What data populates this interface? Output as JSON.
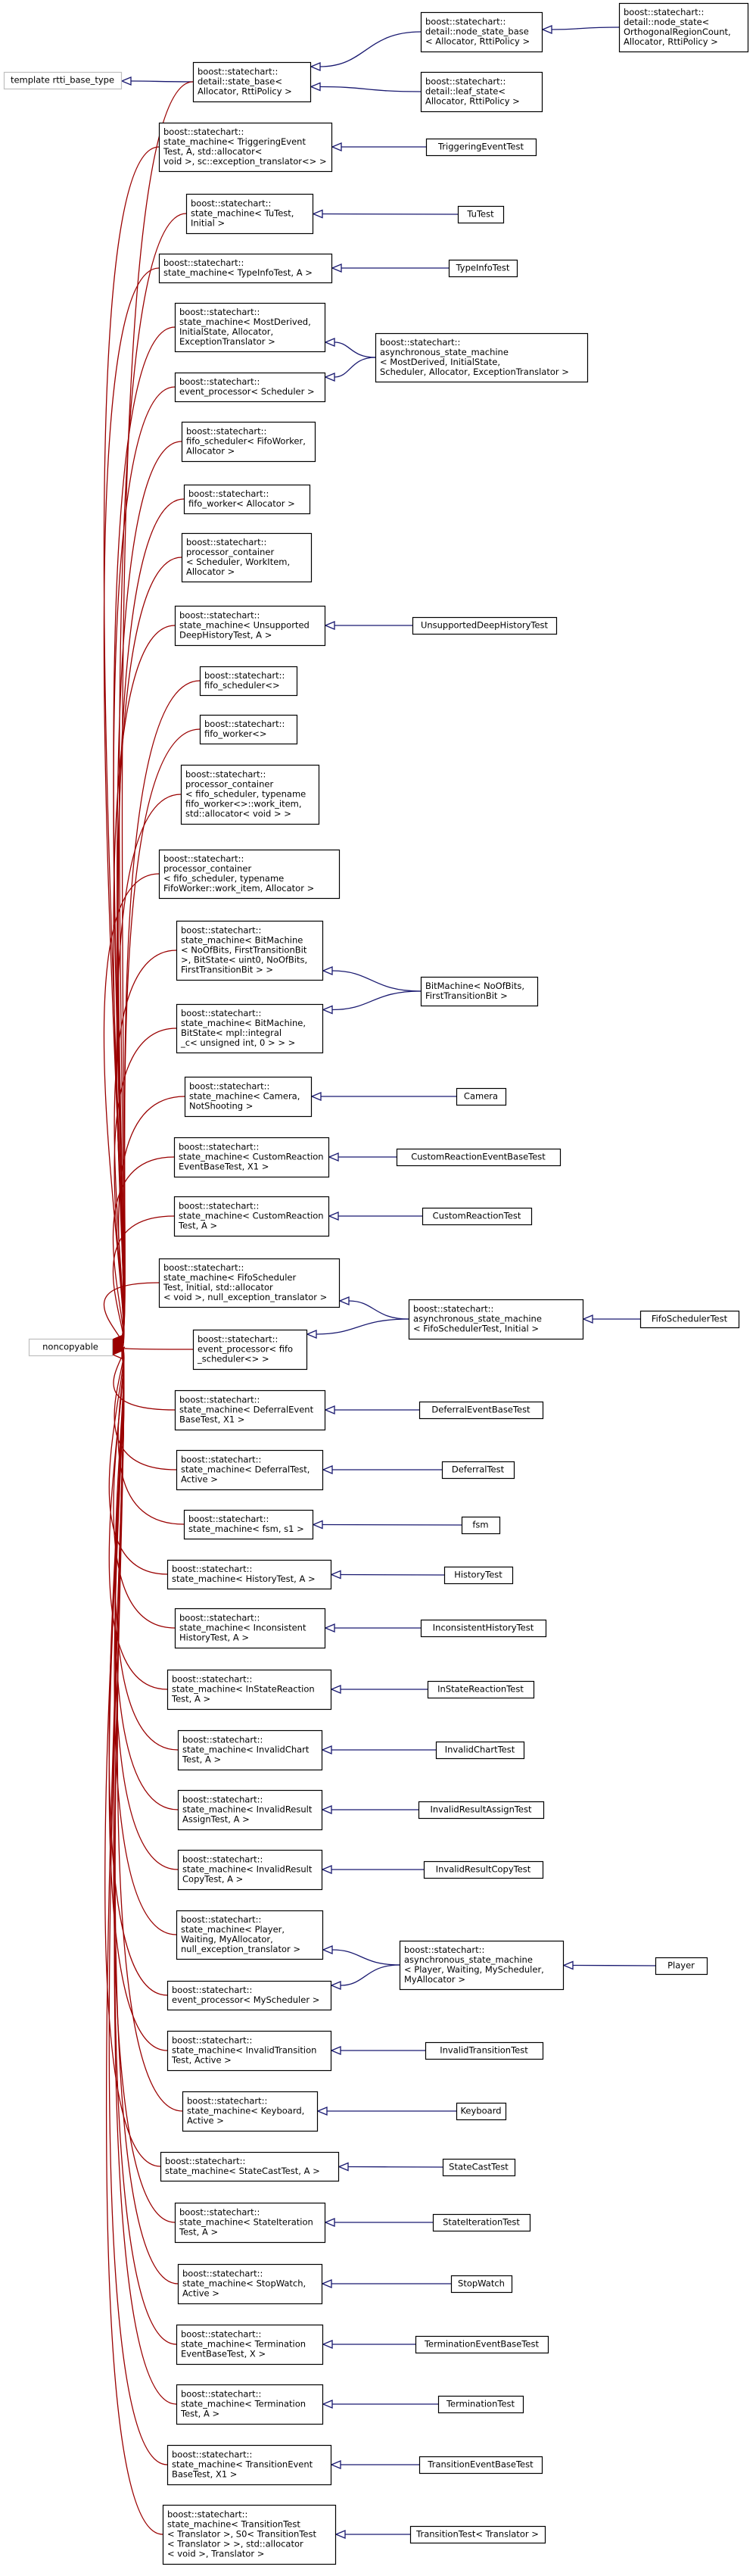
{
  "nodes": [
    {
      "id": "rtti",
      "label": [
        "template rtti_base_type"
      ],
      "style": "gray"
    },
    {
      "id": "noncopyable",
      "label": [
        "noncopyable"
      ],
      "style": "gray"
    },
    {
      "id": "state_base",
      "label": [
        "boost::statechart::",
        "detail::state_base<",
        "Allocator, RttiPolicy >"
      ]
    },
    {
      "id": "node_state_base",
      "label": [
        "boost::statechart::",
        "detail::node_state_base",
        "< Allocator, RttiPolicy >"
      ]
    },
    {
      "id": "leaf_state",
      "label": [
        "boost::statechart::",
        "detail::leaf_state<",
        "Allocator, RttiPolicy >"
      ]
    },
    {
      "id": "node_state",
      "label": [
        "boost::statechart::",
        "detail::node_state<",
        "OrthogonalRegionCount,",
        "Allocator, RttiPolicy >"
      ]
    },
    {
      "id": "sm_triggering",
      "label": [
        "boost::statechart::",
        "state_machine< TriggeringEvent",
        "Test, A, std::allocator<",
        "void >, sc::exception_translator<> >"
      ]
    },
    {
      "id": "TriggeringEventTest",
      "label": [
        "TriggeringEventTest"
      ]
    },
    {
      "id": "sm_tutest",
      "label": [
        "boost::statechart::",
        "state_machine< TuTest,",
        "Initial >"
      ]
    },
    {
      "id": "TuTest",
      "label": [
        "TuTest"
      ]
    },
    {
      "id": "sm_typeinfo",
      "label": [
        "boost::statechart::",
        "state_machine< TypeInfoTest, A >"
      ]
    },
    {
      "id": "TypeInfoTest",
      "label": [
        "TypeInfoTest"
      ]
    },
    {
      "id": "sm_mostderived",
      "label": [
        "boost::statechart::",
        "state_machine< MostDerived,",
        "InitialState, Allocator,",
        "ExceptionTranslator >"
      ]
    },
    {
      "id": "ep_scheduler",
      "label": [
        "boost::statechart::",
        "event_processor< Scheduler >"
      ]
    },
    {
      "id": "async_generic",
      "label": [
        "boost::statechart::",
        "asynchronous_state_machine",
        "< MostDerived, InitialState,",
        "Scheduler, Allocator, ExceptionTranslator >"
      ]
    },
    {
      "id": "fifo_sched_tpl",
      "label": [
        "boost::statechart::",
        "fifo_scheduler< FifoWorker,",
        "Allocator >"
      ]
    },
    {
      "id": "fifo_worker_tpl",
      "label": [
        "boost::statechart::",
        "fifo_worker< Allocator >"
      ]
    },
    {
      "id": "proc_container_tpl",
      "label": [
        "boost::statechart::",
        "processor_container",
        "< Scheduler, WorkItem,",
        "Allocator >"
      ]
    },
    {
      "id": "sm_unsupported",
      "label": [
        "boost::statechart::",
        "state_machine< Unsupported",
        "DeepHistoryTest, A >"
      ]
    },
    {
      "id": "UnsupportedDeepHistoryTest",
      "label": [
        "UnsupportedDeepHistoryTest"
      ]
    },
    {
      "id": "fifo_sched_def",
      "label": [
        "boost::statechart::",
        "fifo_scheduler<>"
      ]
    },
    {
      "id": "fifo_worker_def",
      "label": [
        "boost::statechart::",
        "fifo_worker<>"
      ]
    },
    {
      "id": "proc_container_1",
      "label": [
        "boost::statechart::",
        "processor_container",
        "< fifo_scheduler, typename",
        "fifo_worker<>::work_item,",
        "std::allocator< void > >"
      ]
    },
    {
      "id": "proc_container_2",
      "label": [
        "boost::statechart::",
        "processor_container",
        "< fifo_scheduler, typename",
        "FifoWorker::work_item, Allocator >"
      ]
    },
    {
      "id": "sm_bitmachine",
      "label": [
        "boost::statechart::",
        "state_machine< BitMachine",
        "< NoOfBits, FirstTransitionBit",
        ">, BitState< uint0, NoOfBits,",
        "FirstTransitionBit > >"
      ]
    },
    {
      "id": "sm_bitmachine_mpl",
      "label": [
        "boost::statechart::",
        "state_machine< BitMachine,",
        "BitState< mpl::integral",
        "_c< unsigned int, 0 > > >"
      ]
    },
    {
      "id": "BitMachine",
      "label": [
        "BitMachine< NoOfBits,",
        "FirstTransitionBit >"
      ]
    },
    {
      "id": "sm_camera",
      "label": [
        "boost::statechart::",
        "state_machine< Camera,",
        "NotShooting >"
      ]
    },
    {
      "id": "Camera",
      "label": [
        "Camera"
      ]
    },
    {
      "id": "sm_customreb",
      "label": [
        "boost::statechart::",
        "state_machine< CustomReaction",
        "EventBaseTest, X1 >"
      ]
    },
    {
      "id": "CustomReactionEventBaseTest",
      "label": [
        "CustomReactionEventBaseTest"
      ]
    },
    {
      "id": "sm_customr",
      "label": [
        "boost::statechart::",
        "state_machine< CustomReaction",
        "Test, A >"
      ]
    },
    {
      "id": "CustomReactionTest",
      "label": [
        "CustomReactionTest"
      ]
    },
    {
      "id": "sm_fifosched",
      "label": [
        "boost::statechart::",
        "state_machine< FifoScheduler",
        "Test, Initial, std::allocator",
        "< void >, null_exception_translator >"
      ]
    },
    {
      "id": "ep_fifo",
      "label": [
        "boost::statechart::",
        "event_processor< fifo",
        "_scheduler<> >"
      ]
    },
    {
      "id": "async_fifo",
      "label": [
        "boost::statechart::",
        "asynchronous_state_machine",
        "< FifoSchedulerTest, Initial >"
      ]
    },
    {
      "id": "FifoSchedulerTest",
      "label": [
        "FifoSchedulerTest"
      ]
    },
    {
      "id": "sm_deferraleb",
      "label": [
        "boost::statechart::",
        "state_machine< DeferralEvent",
        "BaseTest, X1 >"
      ]
    },
    {
      "id": "DeferralEventBaseTest",
      "label": [
        "DeferralEventBaseTest"
      ]
    },
    {
      "id": "sm_deferral",
      "label": [
        "boost::statechart::",
        "state_machine< DeferralTest,",
        "Active >"
      ]
    },
    {
      "id": "DeferralTest",
      "label": [
        "DeferralTest"
      ]
    },
    {
      "id": "sm_fsm",
      "label": [
        "boost::statechart::",
        "state_machine< fsm, s1 >"
      ]
    },
    {
      "id": "fsm",
      "label": [
        "fsm"
      ]
    },
    {
      "id": "sm_history",
      "label": [
        "boost::statechart::",
        "state_machine< HistoryTest, A >"
      ]
    },
    {
      "id": "HistoryTest",
      "label": [
        "HistoryTest"
      ]
    },
    {
      "id": "sm_inconsistent",
      "label": [
        "boost::statechart::",
        "state_machine< Inconsistent",
        "HistoryTest, A >"
      ]
    },
    {
      "id": "InconsistentHistoryTest",
      "label": [
        "InconsistentHistoryTest"
      ]
    },
    {
      "id": "sm_instate",
      "label": [
        "boost::statechart::",
        "state_machine< InStateReaction",
        "Test, A >"
      ]
    },
    {
      "id": "InStateReactionTest",
      "label": [
        "InStateReactionTest"
      ]
    },
    {
      "id": "sm_invalidchart",
      "label": [
        "boost::statechart::",
        "state_machine< InvalidChart",
        "Test, A >"
      ]
    },
    {
      "id": "InvalidChartTest",
      "label": [
        "InvalidChartTest"
      ]
    },
    {
      "id": "sm_invalidassign",
      "label": [
        "boost::statechart::",
        "state_machine< InvalidResult",
        "AssignTest, A >"
      ]
    },
    {
      "id": "InvalidResultAssignTest",
      "label": [
        "InvalidResultAssignTest"
      ]
    },
    {
      "id": "sm_invalidcopy",
      "label": [
        "boost::statechart::",
        "state_machine< InvalidResult",
        "CopyTest, A >"
      ]
    },
    {
      "id": "InvalidResultCopyTest",
      "label": [
        "InvalidResultCopyTest"
      ]
    },
    {
      "id": "sm_player",
      "label": [
        "boost::statechart::",
        "state_machine< Player,",
        "Waiting, MyAllocator,",
        "null_exception_translator >"
      ]
    },
    {
      "id": "ep_mysched",
      "label": [
        "boost::statechart::",
        "event_processor< MyScheduler >"
      ]
    },
    {
      "id": "async_player",
      "label": [
        "boost::statechart::",
        "asynchronous_state_machine",
        "< Player, Waiting, MyScheduler,",
        "MyAllocator >"
      ]
    },
    {
      "id": "Player",
      "label": [
        "Player"
      ]
    },
    {
      "id": "sm_invalidtrans",
      "label": [
        "boost::statechart::",
        "state_machine< InvalidTransition",
        "Test, Active >"
      ]
    },
    {
      "id": "InvalidTransitionTest",
      "label": [
        "InvalidTransitionTest"
      ]
    },
    {
      "id": "sm_keyboard",
      "label": [
        "boost::statechart::",
        "state_machine< Keyboard,",
        "Active >"
      ]
    },
    {
      "id": "Keyboard",
      "label": [
        "Keyboard"
      ]
    },
    {
      "id": "sm_statecast",
      "label": [
        "boost::statechart::",
        "state_machine< StateCastTest, A >"
      ]
    },
    {
      "id": "StateCastTest",
      "label": [
        "StateCastTest"
      ]
    },
    {
      "id": "sm_stateiter",
      "label": [
        "boost::statechart::",
        "state_machine< StateIteration",
        "Test, A >"
      ]
    },
    {
      "id": "StateIterationTest",
      "label": [
        "StateIterationTest"
      ]
    },
    {
      "id": "sm_stopwatch",
      "label": [
        "boost::statechart::",
        "state_machine< StopWatch,",
        "Active >"
      ]
    },
    {
      "id": "StopWatch",
      "label": [
        "StopWatch"
      ]
    },
    {
      "id": "sm_termeb",
      "label": [
        "boost::statechart::",
        "state_machine< Termination",
        "EventBaseTest, X >"
      ]
    },
    {
      "id": "TerminationEventBaseTest",
      "label": [
        "TerminationEventBaseTest"
      ]
    },
    {
      "id": "sm_term",
      "label": [
        "boost::statechart::",
        "state_machine< Termination",
        "Test, A >"
      ]
    },
    {
      "id": "TerminationTest",
      "label": [
        "TerminationTest"
      ]
    },
    {
      "id": "sm_transeb",
      "label": [
        "boost::statechart::",
        "state_machine< TransitionEvent",
        "BaseTest, X1 >"
      ]
    },
    {
      "id": "TransitionEventBaseTest",
      "label": [
        "TransitionEventBaseTest"
      ]
    },
    {
      "id": "sm_transtest",
      "label": [
        "boost::statechart::",
        "state_machine< TransitionTest",
        "< Translator >, S0< TransitionTest",
        "< Translator > >, std::allocator",
        "< void >, Translator >"
      ]
    },
    {
      "id": "TransitionTest",
      "label": [
        "TransitionTest< Translator >"
      ]
    }
  ],
  "edges": [
    {
      "from": "state_base",
      "to": "rtti",
      "color": "blue"
    },
    {
      "from": "node_state_base",
      "to": "state_base",
      "color": "blue"
    },
    {
      "from": "leaf_state",
      "to": "state_base",
      "color": "blue"
    },
    {
      "from": "node_state",
      "to": "node_state_base",
      "color": "blue"
    },
    {
      "from": "TriggeringEventTest",
      "to": "sm_triggering",
      "color": "blue"
    },
    {
      "from": "TuTest",
      "to": "sm_tutest",
      "color": "blue"
    },
    {
      "from": "TypeInfoTest",
      "to": "sm_typeinfo",
      "color": "blue"
    },
    {
      "from": "async_generic",
      "to": "sm_mostderived",
      "color": "blue"
    },
    {
      "from": "async_generic",
      "to": "ep_scheduler",
      "color": "blue"
    },
    {
      "from": "UnsupportedDeepHistoryTest",
      "to": "sm_unsupported",
      "color": "blue"
    },
    {
      "from": "BitMachine",
      "to": "sm_bitmachine",
      "color": "blue"
    },
    {
      "from": "BitMachine",
      "to": "sm_bitmachine_mpl",
      "color": "blue"
    },
    {
      "from": "Camera",
      "to": "sm_camera",
      "color": "blue"
    },
    {
      "from": "CustomReactionEventBaseTest",
      "to": "sm_customreb",
      "color": "blue"
    },
    {
      "from": "CustomReactionTest",
      "to": "sm_customr",
      "color": "blue"
    },
    {
      "from": "async_fifo",
      "to": "sm_fifosched",
      "color": "blue"
    },
    {
      "from": "async_fifo",
      "to": "ep_fifo",
      "color": "blue"
    },
    {
      "from": "FifoSchedulerTest",
      "to": "async_fifo",
      "color": "blue"
    },
    {
      "from": "DeferralEventBaseTest",
      "to": "sm_deferraleb",
      "color": "blue"
    },
    {
      "from": "DeferralTest",
      "to": "sm_deferral",
      "color": "blue"
    },
    {
      "from": "fsm",
      "to": "sm_fsm",
      "color": "blue"
    },
    {
      "from": "HistoryTest",
      "to": "sm_history",
      "color": "blue"
    },
    {
      "from": "InconsistentHistoryTest",
      "to": "sm_inconsistent",
      "color": "blue"
    },
    {
      "from": "InStateReactionTest",
      "to": "sm_instate",
      "color": "blue"
    },
    {
      "from": "InvalidChartTest",
      "to": "sm_invalidchart",
      "color": "blue"
    },
    {
      "from": "InvalidResultAssignTest",
      "to": "sm_invalidassign",
      "color": "blue"
    },
    {
      "from": "InvalidResultCopyTest",
      "to": "sm_invalidcopy",
      "color": "blue"
    },
    {
      "from": "async_player",
      "to": "sm_player",
      "color": "blue"
    },
    {
      "from": "async_player",
      "to": "ep_mysched",
      "color": "blue"
    },
    {
      "from": "Player",
      "to": "async_player",
      "color": "blue"
    },
    {
      "from": "InvalidTransitionTest",
      "to": "sm_invalidtrans",
      "color": "blue"
    },
    {
      "from": "Keyboard",
      "to": "sm_keyboard",
      "color": "blue"
    },
    {
      "from": "StateCastTest",
      "to": "sm_statecast",
      "color": "blue"
    },
    {
      "from": "StateIterationTest",
      "to": "sm_stateiter",
      "color": "blue"
    },
    {
      "from": "StopWatch",
      "to": "sm_stopwatch",
      "color": "blue"
    },
    {
      "from": "TerminationEventBaseTest",
      "to": "sm_termeb",
      "color": "blue"
    },
    {
      "from": "TerminationTest",
      "to": "sm_term",
      "color": "blue"
    },
    {
      "from": "TransitionEventBaseTest",
      "to": "sm_transeb",
      "color": "blue"
    },
    {
      "from": "TransitionTest",
      "to": "sm_transtest",
      "color": "blue"
    },
    {
      "from": "state_base",
      "to": "noncopyable",
      "color": "red"
    },
    {
      "from": "sm_triggering",
      "to": "noncopyable",
      "color": "red"
    },
    {
      "from": "sm_tutest",
      "to": "noncopyable",
      "color": "red"
    },
    {
      "from": "sm_typeinfo",
      "to": "noncopyable",
      "color": "red"
    },
    {
      "from": "sm_mostderived",
      "to": "noncopyable",
      "color": "red"
    },
    {
      "from": "ep_scheduler",
      "to": "noncopyable",
      "color": "red"
    },
    {
      "from": "fifo_sched_tpl",
      "to": "noncopyable",
      "color": "red"
    },
    {
      "from": "fifo_worker_tpl",
      "to": "noncopyable",
      "color": "red"
    },
    {
      "from": "proc_container_tpl",
      "to": "noncopyable",
      "color": "red"
    },
    {
      "from": "sm_unsupported",
      "to": "noncopyable",
      "color": "red"
    },
    {
      "from": "fifo_sched_def",
      "to": "noncopyable",
      "color": "red"
    },
    {
      "from": "fifo_worker_def",
      "to": "noncopyable",
      "color": "red"
    },
    {
      "from": "proc_container_1",
      "to": "noncopyable",
      "color": "red"
    },
    {
      "from": "proc_container_2",
      "to": "noncopyable",
      "color": "red"
    },
    {
      "from": "sm_bitmachine",
      "to": "noncopyable",
      "color": "red"
    },
    {
      "from": "sm_bitmachine_mpl",
      "to": "noncopyable",
      "color": "red"
    },
    {
      "from": "sm_camera",
      "to": "noncopyable",
      "color": "red"
    },
    {
      "from": "sm_customreb",
      "to": "noncopyable",
      "color": "red"
    },
    {
      "from": "sm_customr",
      "to": "noncopyable",
      "color": "red"
    },
    {
      "from": "sm_fifosched",
      "to": "noncopyable",
      "color": "red"
    },
    {
      "from": "ep_fifo",
      "to": "noncopyable",
      "color": "red"
    },
    {
      "from": "sm_deferraleb",
      "to": "noncopyable",
      "color": "red"
    },
    {
      "from": "sm_deferral",
      "to": "noncopyable",
      "color": "red"
    },
    {
      "from": "sm_fsm",
      "to": "noncopyable",
      "color": "red"
    },
    {
      "from": "sm_history",
      "to": "noncopyable",
      "color": "red"
    },
    {
      "from": "sm_inconsistent",
      "to": "noncopyable",
      "color": "red"
    },
    {
      "from": "sm_instate",
      "to": "noncopyable",
      "color": "red"
    },
    {
      "from": "sm_invalidchart",
      "to": "noncopyable",
      "color": "red"
    },
    {
      "from": "sm_invalidassign",
      "to": "noncopyable",
      "color": "red"
    },
    {
      "from": "sm_invalidcopy",
      "to": "noncopyable",
      "color": "red"
    },
    {
      "from": "sm_player",
      "to": "noncopyable",
      "color": "red"
    },
    {
      "from": "ep_mysched",
      "to": "noncopyable",
      "color": "red"
    },
    {
      "from": "sm_invalidtrans",
      "to": "noncopyable",
      "color": "red"
    },
    {
      "from": "sm_keyboard",
      "to": "noncopyable",
      "color": "red"
    },
    {
      "from": "sm_statecast",
      "to": "noncopyable",
      "color": "red"
    },
    {
      "from": "sm_stateiter",
      "to": "noncopyable",
      "color": "red"
    },
    {
      "from": "sm_stopwatch",
      "to": "noncopyable",
      "color": "red"
    },
    {
      "from": "sm_termeb",
      "to": "noncopyable",
      "color": "red"
    },
    {
      "from": "sm_term",
      "to": "noncopyable",
      "color": "red"
    },
    {
      "from": "sm_transeb",
      "to": "noncopyable",
      "color": "red"
    },
    {
      "from": "sm_transtest",
      "to": "noncopyable",
      "color": "red"
    }
  ],
  "colors": {
    "inherit_public": "#191970",
    "inherit_private": "#9a0000",
    "node_border": "#000000",
    "external_border": "#bfbfbf"
  }
}
